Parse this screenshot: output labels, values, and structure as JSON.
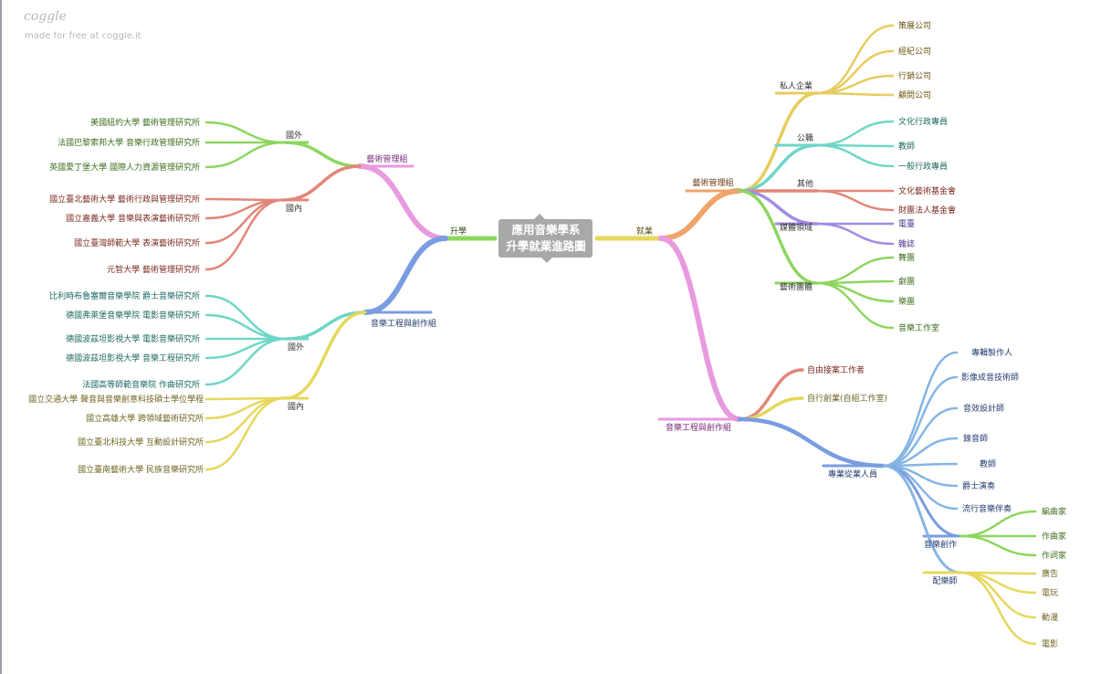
{
  "brand": "coggle",
  "tagline": "made for free at coggle.it",
  "center": {
    "line1": "應用音樂學系",
    "line2": "升學就業進路圖"
  },
  "colors": {
    "green": "#8dd65f",
    "yellow": "#e6d85c",
    "orange": "#efa46a",
    "pink": "#e89adf",
    "blue": "#7a9ce0",
    "teal": "#6fd6c7",
    "red": "#e3877a",
    "purple": "#a38ae2",
    "lightblue": "#86b5e4",
    "gold": "#e7cc5e",
    "text_green": "#3c6e1e",
    "text_purple": "#7a2a7a",
    "text_navy": "#233c6e",
    "text_brown": "#6e3a14",
    "text_dred": "#7a2a20",
    "text_olive": "#6e6420",
    "text_teal": "#1d6a60",
    "text_violet": "#4a3290"
  },
  "left": {
    "label": "升學",
    "groups": [
      {
        "label": "藝術管理組",
        "subs": [
          {
            "label": "國外",
            "items": [
              "美國紐約大學 藝術管理研究所",
              "法國巴黎索邦大學 音樂行政管理研究所",
              "英國愛丁堡大學 國際人力資源管理研究所"
            ]
          },
          {
            "label": "國內",
            "items": [
              "國立臺北藝術大學 藝術行政與管理研究所",
              "國立嘉義大學 音樂與表演藝術研究所",
              "國立臺灣師範大學 表演藝術研究所",
              "元智大學 藝術管理研究所"
            ]
          }
        ]
      },
      {
        "label": "音樂工程與創作組",
        "subs": [
          {
            "label": "國外",
            "items": [
              "比利時布魯塞爾音樂學院 爵士音樂研究所",
              "德國弗萊堡音樂學院 電影音樂研究所",
              "德國波茲坦影視大學 電影音樂研究所",
              "德國波茲坦影視大學 音樂工程研究所",
              "法國高等師範音樂院 作曲研究所"
            ]
          },
          {
            "label": "國內",
            "items": [
              "國立交通大學 聲音與音樂創意科技碩士學位學程",
              "國立高雄大學 跨領域藝術研究所",
              "國立臺北科技大學 互動設計研究所",
              "國立臺南藝術大學 民族音樂研究所"
            ]
          }
        ]
      }
    ]
  },
  "right": {
    "label": "就業",
    "groups": [
      {
        "label": "藝術管理組",
        "subs": [
          {
            "label": "私人企業",
            "items": [
              "策展公司",
              "經紀公司",
              "行銷公司",
              "顧問公司"
            ]
          },
          {
            "label": "公職",
            "items": [
              "文化行政專員",
              "教師",
              "一般行政專員"
            ]
          },
          {
            "label": "其他",
            "items": [
              "文化藝術基金會",
              "財團法人基金會"
            ]
          },
          {
            "label": "媒體領域",
            "items": [
              "電臺",
              "雜誌"
            ]
          },
          {
            "label": "藝術團體",
            "items": [
              "舞團",
              "劇團",
              "樂團",
              "音樂工作室"
            ]
          }
        ]
      },
      {
        "label": "音樂工程與創作組",
        "direct": [
          "自由接案工作者",
          "自行創業(自組工作室)"
        ],
        "pro": {
          "label": "專業從業人員",
          "items": [
            "專輯製作人",
            "影像成音技術師",
            "音效設計師",
            "錄音師",
            "教師",
            "爵士演奏",
            "流行音樂伴奏"
          ],
          "compose": {
            "label": "音樂創作",
            "items": [
              "編曲家",
              "作曲家",
              "作詞家"
            ]
          },
          "scoring": {
            "label": "配樂師",
            "items": [
              "廣告",
              "電玩",
              "動漫",
              "電影"
            ]
          }
        }
      }
    ]
  }
}
